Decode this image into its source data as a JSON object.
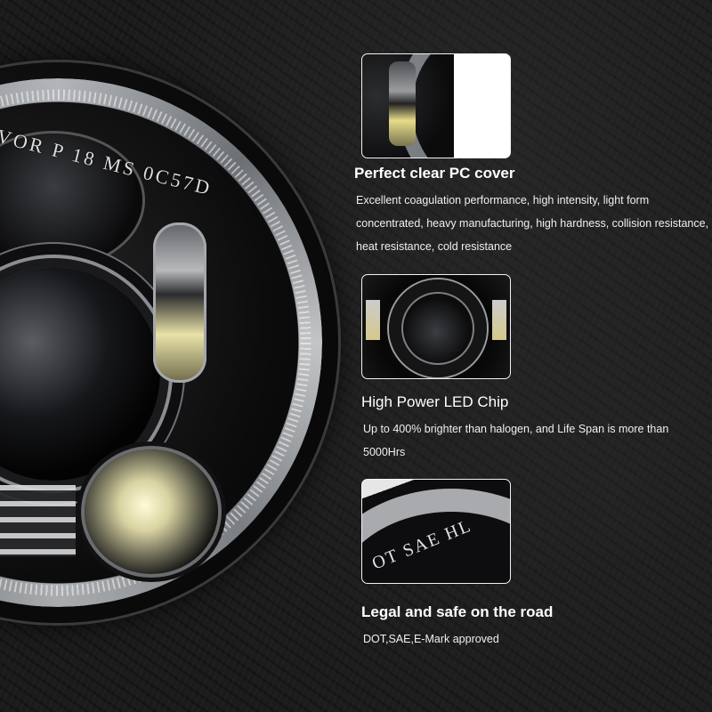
{
  "main_image": {
    "subject": "round LED headlight with halo ring",
    "engraving_text": "VOR P 18 MS 0C57D"
  },
  "features": [
    {
      "thumbnail": "headlight-pc-cover-closeup",
      "title": "Perfect clear PC cover",
      "description": "Excellent coagulation performance, high intensity, light form concentrated, heavy manufacturing, high hardness, collision resistance, heat resistance, cold resistance"
    },
    {
      "thumbnail": "projector-lens-closeup",
      "title": "High Power LED Chip",
      "description": "Up to 400% brighter than halogen, and Life Span is more than 5000Hrs"
    },
    {
      "thumbnail": "halo-ring-dot-sae-closeup",
      "thumbnail_text": "OT SAE HL",
      "title": "Legal and safe on the road",
      "description": "DOT,SAE,E-Mark approved"
    }
  ],
  "colors": {
    "background": "#1b1b1b",
    "text": "#ffffff",
    "thumbnail_border": "#f2f2f2"
  }
}
